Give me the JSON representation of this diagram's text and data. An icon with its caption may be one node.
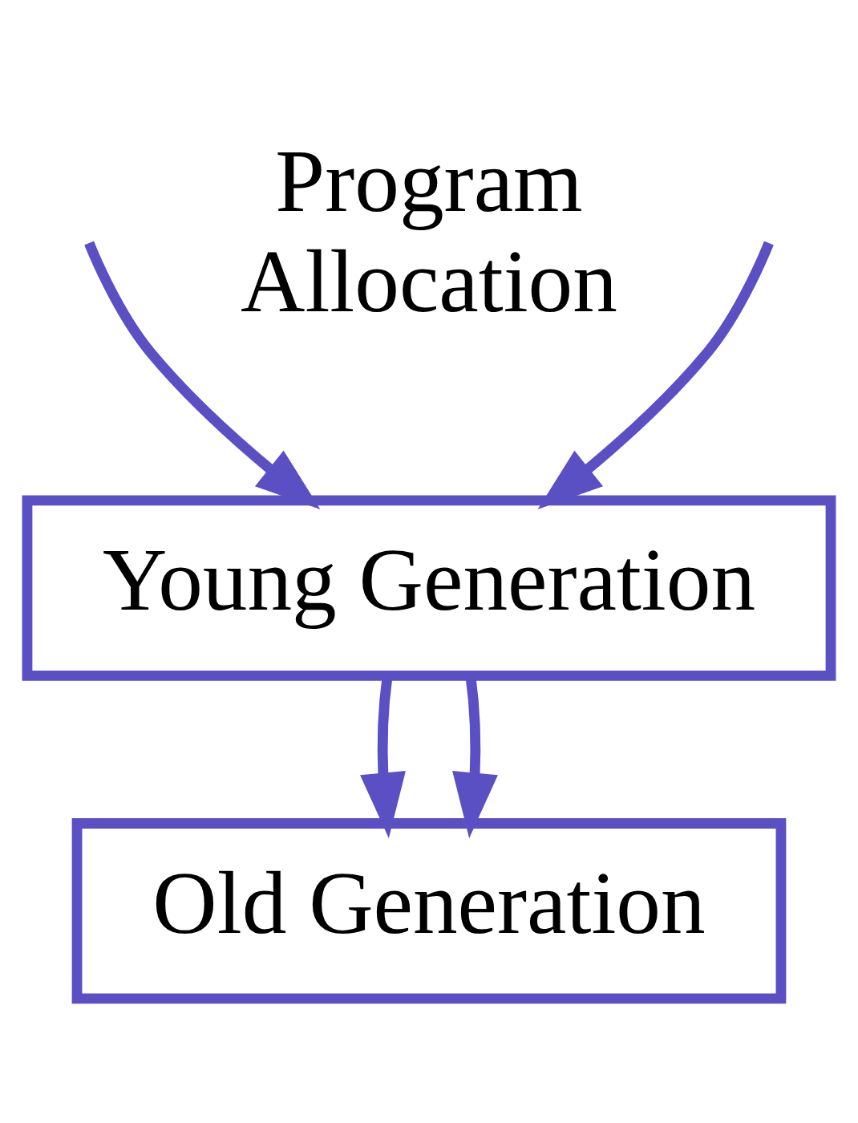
{
  "diagram": {
    "nodes": [
      {
        "text": [
          "Young Generation"
        ]
      },
      {
        "text": [
          "Old Generation"
        ]
      }
    ],
    "edges": [
      {
        "from": null,
        "to": 0,
        "arrow": "to"
      },
      {
        "from": null,
        "to": 0,
        "arrow": "to"
      },
      {
        "from": 0,
        "to": 1,
        "arrow": "to"
      },
      {
        "from": 0,
        "to": 1,
        "arrow": "to"
      }
    ],
    "labels": [
      "Program Allocation"
    ]
  }
}
